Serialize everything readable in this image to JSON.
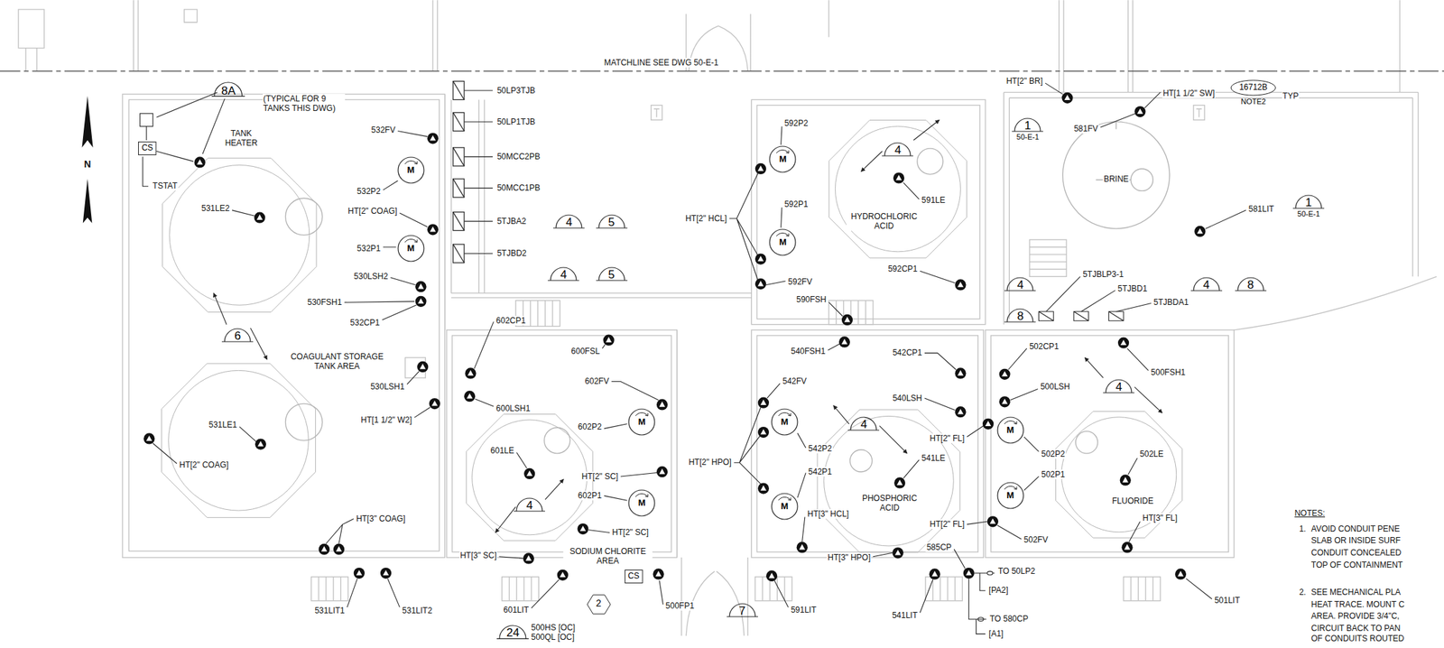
{
  "diagram": {
    "nodes": [
      {
        "text": [
          "8A"
        ]
      },
      {
        "text": [
          "6"
        ]
      },
      {
        "text": [
          "4"
        ]
      },
      {
        "text": [
          "5"
        ]
      },
      {
        "text": [
          "4"
        ]
      },
      {
        "text": [
          "5"
        ]
      },
      {
        "text": [
          "4"
        ]
      },
      {
        "text": [
          "1",
          "50-E-1"
        ]
      },
      {
        "text": [
          "16712B",
          "NOTE2"
        ]
      },
      {
        "text": [
          "1",
          "50-E-1"
        ]
      },
      {
        "text": [
          "4"
        ]
      },
      {
        "text": [
          "8"
        ]
      },
      {
        "text": [
          "4"
        ]
      },
      {
        "text": [
          "8"
        ]
      },
      {
        "text": [
          "4"
        ]
      },
      {
        "text": [
          "4"
        ]
      },
      {
        "text": [
          "4"
        ]
      },
      {
        "text": [
          "7"
        ]
      },
      {
        "text": [
          "24"
        ]
      },
      {
        "text": [
          "2"
        ]
      },
      {
        "text": [
          "CS"
        ]
      },
      {
        "text": [
          "CS"
        ]
      },
      {
        "text": [
          "M"
        ]
      },
      {
        "text": [
          "M"
        ]
      },
      {
        "text": [
          "M"
        ]
      },
      {
        "text": [
          "M"
        ]
      },
      {
        "text": [
          "M"
        ]
      },
      {
        "text": [
          "M"
        ]
      },
      {
        "text": [
          "M"
        ]
      },
      {
        "text": [
          "M"
        ]
      },
      {
        "text": [
          "M"
        ]
      },
      {
        "text": [
          "M"
        ]
      }
    ],
    "labels": [
      "MATCHLINE SEE DWG 50-E-1",
      "(TYPICAL FOR 9 TANKS THIS DWG)",
      "TANK HEATER",
      "TSTAT",
      "531LE2",
      "532FV",
      "532P2",
      "HT[2\" COAG]",
      "532P1",
      "530LSH2",
      "530FSH1",
      "532CP1",
      "COAGULANT STORAGE TANK AREA",
      "530LSH1",
      "HT[1 1/2\" W2]",
      "531LE1",
      "HT[2\" COAG]",
      "HT[3\" COAG]",
      "531LIT1",
      "531LIT2",
      "50LP3TJB",
      "50LP1TJB",
      "50MCC2PB",
      "50MCC1PB",
      "5TJBA2",
      "5TJBD2",
      "602CP1",
      "600FSL",
      "600LSH1",
      "602FV",
      "602P2",
      "601LE",
      "HT[2\" SC]",
      "602P1",
      "HT[2\" SC]",
      "SODIUM CHLORITE AREA",
      "HT[3\" SC]",
      "601LIT",
      "500HS [OC]",
      "500QL [OC]",
      "500FP1",
      "592P2",
      "592P1",
      "HT[2\" HCL]",
      "HYDROCHLORIC ACID",
      "591LE",
      "592FV",
      "590FSH",
      "592CP1",
      "540FSH1",
      "542FV",
      "542CP1",
      "540LSH",
      "542P2",
      "HT[2\" HPO]",
      "542P1",
      "541LE",
      "PHOSPHORIC ACID",
      "HT[3\" HCL]",
      "HT[3\" HPO]",
      "591LIT",
      "541LIT",
      "HT[2\" BR]",
      "HT[1 1/2\" SW]",
      "581FV",
      "BRINE",
      "581LIT",
      "5TJBLP3-1",
      "5TJBD1",
      "5TJBDA1",
      "502CP1",
      "500FSH1",
      "500LSH",
      "HT[2\" FL]",
      "502P2",
      "502LE",
      "502P1",
      "FLUORIDE",
      "HT[2\" FL]",
      "502FV",
      "HT[3\" FL]",
      "585CP",
      "TO 50LP2",
      "[PA2]",
      "TO 580CP",
      "[A1]",
      "501LIT",
      "NOTES:",
      "1.",
      "AVOID CONDUIT PENE",
      "SLAB OR INSIDE SURF",
      "CONDUIT CONCEALED",
      "TOP OF CONTAINMENT",
      "2.",
      "SEE MECHANICAL PLA",
      "HEAT TRACE. MOUNT C",
      "AREA. PROVIDE 3/4\"C,",
      "CIRCUIT BACK TO PAN",
      "OF CONDUITS ROUTED",
      "N",
      "TYP"
    ]
  }
}
